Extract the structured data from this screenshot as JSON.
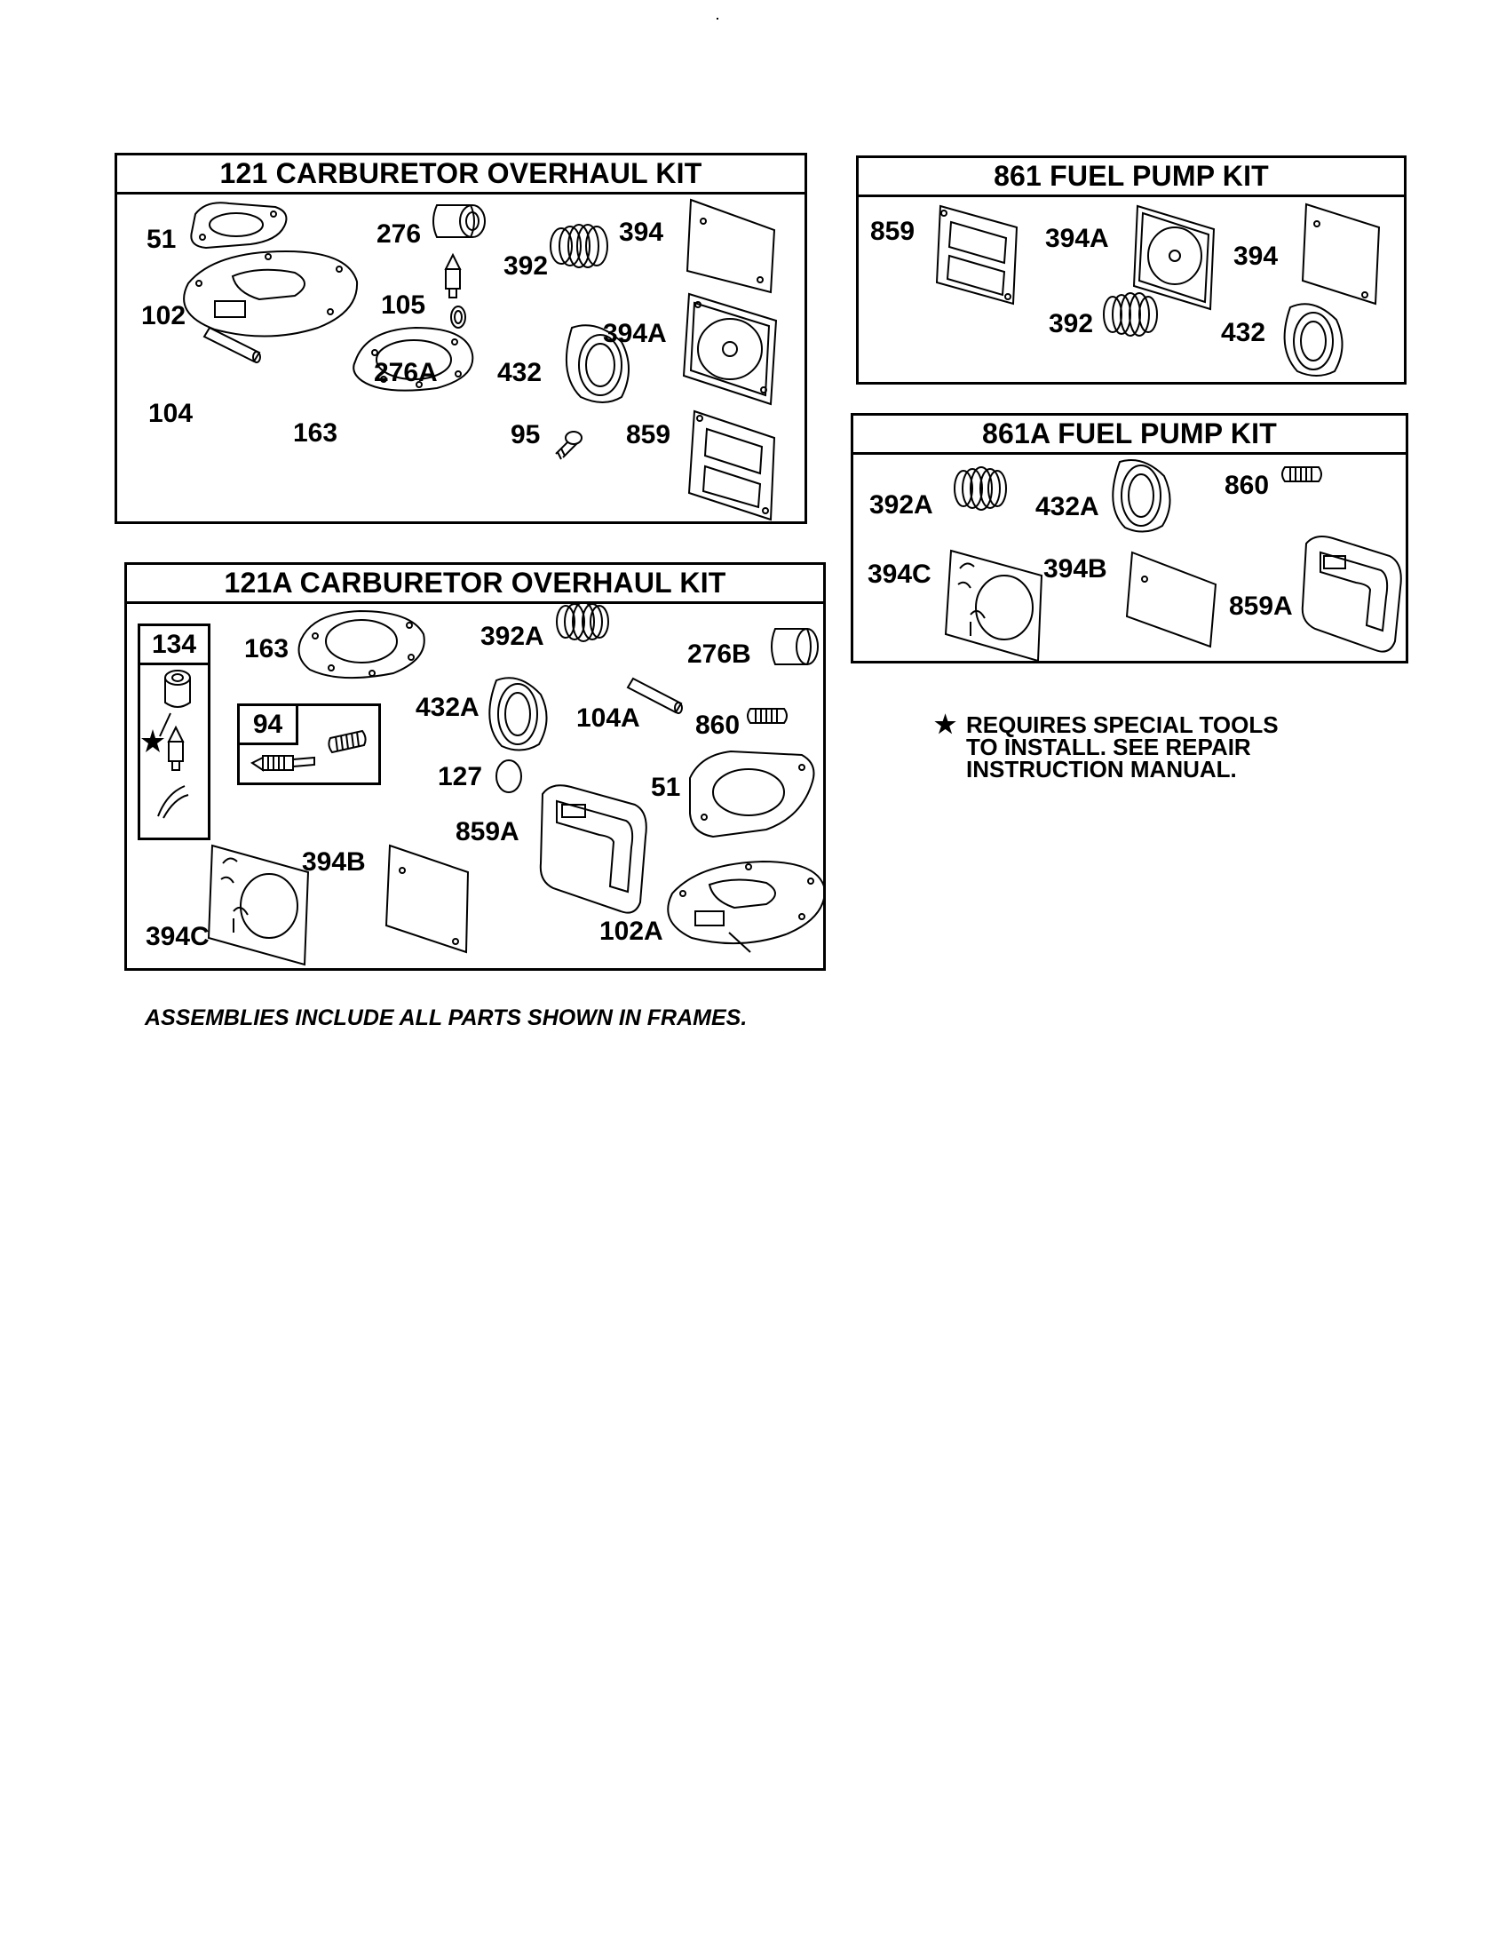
{
  "frames": {
    "kit121": {
      "title": "121 CARBURETOR OVERHAUL KIT",
      "labels": {
        "p51": "51",
        "p102": "102",
        "p104": "104",
        "p276": "276",
        "p105": "105",
        "p276A": "276A",
        "p163": "163",
        "p392": "392",
        "p394": "394",
        "p394A": "394A",
        "p432": "432",
        "p95": "95",
        "p859": "859"
      }
    },
    "kit861": {
      "title": "861 FUEL PUMP KIT",
      "labels": {
        "p859": "859",
        "p394A": "394A",
        "p394": "394",
        "p392": "392",
        "p432": "432"
      }
    },
    "kit861A": {
      "title": "861A FUEL PUMP KIT",
      "labels": {
        "p392A": "392A",
        "p432A": "432A",
        "p860": "860",
        "p394C": "394C",
        "p394B": "394B",
        "p859A": "859A"
      }
    },
    "kit121A": {
      "title": "121A CARBURETOR OVERHAUL KIT",
      "labels": {
        "p163": "163",
        "p392A": "392A",
        "p276B": "276B",
        "p432A": "432A",
        "p104A": "104A",
        "p860": "860",
        "p127": "127",
        "p51": "51",
        "p859A": "859A",
        "p394B": "394B",
        "p394C": "394C",
        "p102A": "102A"
      },
      "sub134": "134",
      "sub94": "94"
    }
  },
  "note": {
    "star": "★",
    "line1": "REQUIRES SPECIAL TOOLS",
    "line2": "TO INSTALL.  SEE REPAIR",
    "line3": "INSTRUCTION MANUAL."
  },
  "footer": "ASSEMBLIES INCLUDE ALL PARTS SHOWN IN FRAMES."
}
